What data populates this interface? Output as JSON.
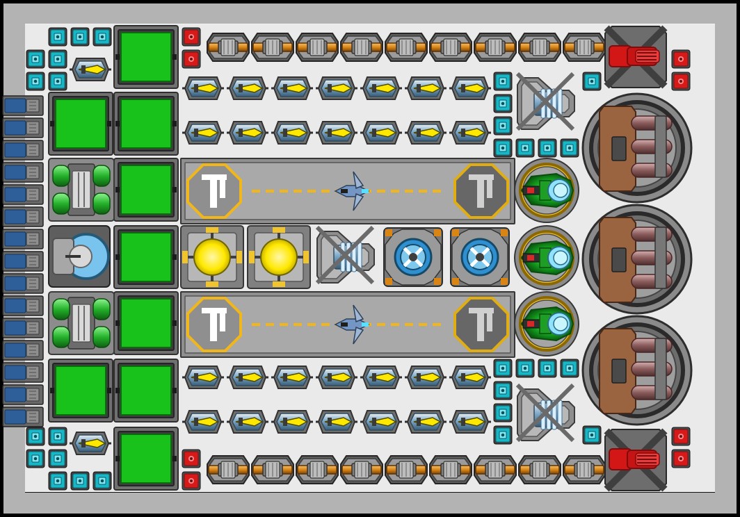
{
  "palette": {
    "frame": "#b3b3b3",
    "frame_dark": "#111111",
    "deck": "#f4f4f4",
    "module_gray": "#7d7d7d",
    "module_dark": "#3f3f3f",
    "green": "#18c21a",
    "green_dark": "#0b7f10",
    "cyan": "#18b7c7",
    "cyan_light": "#9ae6f3",
    "red": "#d61a1a",
    "yellow": "#ffe800",
    "orange": "#d98515",
    "brown": "#8a5a35",
    "blue": "#69a9dc"
  },
  "layout": {
    "frame_type": "ship-hull",
    "deck_type": "factory-floor"
  },
  "modules": {
    "cyan_tile_icon": "cyan-port-icon",
    "red_tile_icon": "red-port-icon",
    "green_module_icon": "green-storage-icon",
    "yellow_thruster_icon": "yellow-thruster-icon",
    "orange_engine_icon": "orange-engine-icon",
    "cargo_bay_icon": "cargo-bay-icon",
    "turret_icon": "turret-icon",
    "reactor_icon": "reactor-icon",
    "hangar_icon": "hangar-icon",
    "helipad_mark": "T"
  }
}
